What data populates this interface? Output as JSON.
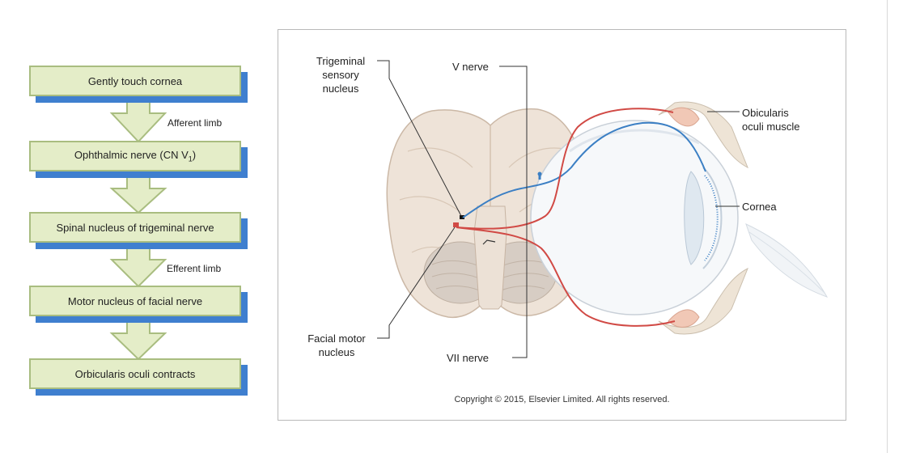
{
  "flowchart": {
    "steps": [
      {
        "label": "Gently touch cornea"
      },
      {
        "label": "Ophthalmic nerve (CN V",
        "sub": "1",
        "suffix": ")"
      },
      {
        "label": "Spinal nucleus of trigeminal nerve"
      },
      {
        "label": "Motor nucleus of facial nerve"
      },
      {
        "label": "Orbicularis oculi contracts"
      }
    ],
    "afferent_label": "Afferent limb",
    "efferent_label": "Efferent limb"
  },
  "figure": {
    "labels": {
      "trigeminal_line1": "Trigeminal",
      "trigeminal_line2": "sensory",
      "trigeminal_line3": "nucleus",
      "v_nerve": "V nerve",
      "obicularis_line1": "Obicularis",
      "obicularis_line2": "oculi muscle",
      "cornea": "Cornea",
      "facial_line1": "Facial motor",
      "facial_line2": "nucleus",
      "vii_nerve": "VII nerve"
    },
    "copyright": "Copyright © 2015, Elsevier Limited. All rights reserved.",
    "colors": {
      "sensory_nerve": "#3b7fc4",
      "motor_nerve": "#d14a45"
    }
  }
}
